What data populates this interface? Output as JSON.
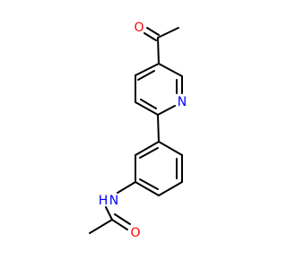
{
  "molecule": {
    "atoms": [
      {
        "id": "O1",
        "label": "O",
        "color": "#FF0000"
      },
      {
        "id": "N1",
        "label": "N",
        "color": "#0000FF"
      },
      {
        "id": "NH",
        "label": "N",
        "sub": "H",
        "color": "#0000FF"
      },
      {
        "id": "O2",
        "label": "O",
        "color": "#FF0000"
      }
    ]
  }
}
